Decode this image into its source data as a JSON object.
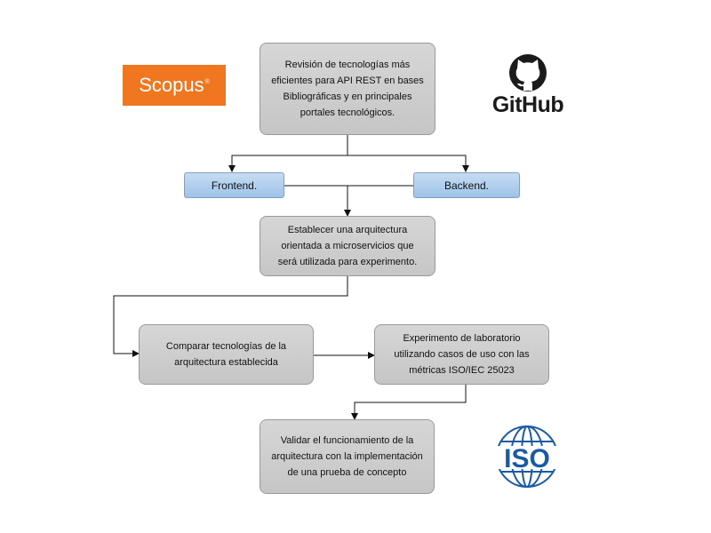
{
  "nodes": {
    "revision": "Revisión de tecnologías más eficientes para API REST en bases Bibliográficas y en principales portales tecnológicos.",
    "frontend": "Frontend.",
    "backend": "Backend.",
    "arquitectura": "Establecer una arquitectura orientada a microservicios que será utilizada para experimento.",
    "comparar": "Comparar tecnologías de la arquitectura establecida",
    "experimento": "Experimento de laboratorio utilizando casos de uso con las métricas ISO/IEC 25023",
    "validar": "Validar el funcionamiento de la arquitectura con la implementación de una prueba de concepto"
  },
  "logos": {
    "scopus": "Scopus",
    "scopus_mark": "®",
    "github": "GitHub",
    "iso": "ISO"
  },
  "colors": {
    "box_gray": "#d0d0d0",
    "box_blue": "#b3d0ef",
    "scopus_orange": "#f0761f",
    "iso_blue": "#1a5ba6"
  }
}
